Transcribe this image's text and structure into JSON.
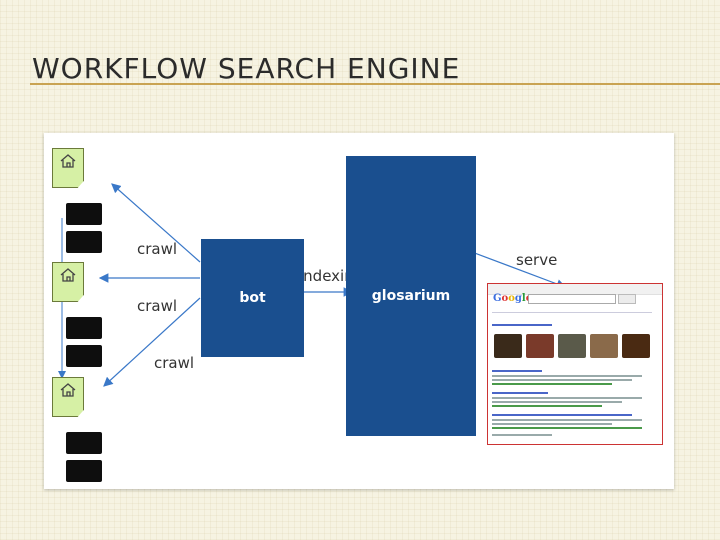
{
  "slide": {
    "title": "WORKFLOW SEARCH ENGINE"
  },
  "diagram": {
    "labels": {
      "crawl_1": "crawl",
      "crawl_2": "crawl",
      "crawl_3": "crawl",
      "indexing": "indexing",
      "serve": "serve"
    },
    "boxes": {
      "bot": "bot",
      "glosarium": "glosarium"
    },
    "colors": {
      "box_fill": "#1a4f8f",
      "site_fill": "#d6f0a5",
      "arrow": "#3a78c8",
      "accent_rule": "#c9a352"
    },
    "icons": [
      "house-icon",
      "database-icon",
      "google-results-thumbnail"
    ]
  }
}
